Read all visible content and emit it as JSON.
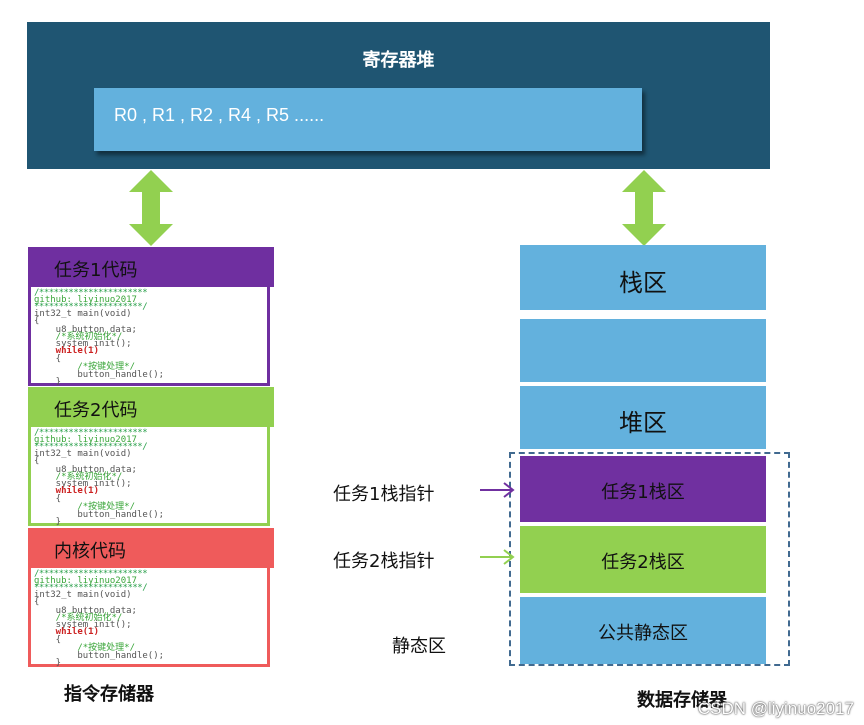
{
  "register_heap": {
    "title": "寄存器堆",
    "registers": "R0 , R1 , R2 , R4 , R5 ......"
  },
  "instruction_memory": {
    "caption": "指令存储器",
    "blocks": [
      {
        "title": "任务1代码",
        "color": "#6f2fa0"
      },
      {
        "title": "任务2代码",
        "color": "#92d050"
      },
      {
        "title": "内核代码",
        "color": "#ef5b5b"
      }
    ],
    "code_lines": [
      "/**********************",
      "github: liyinuo2017",
      "**********************/",
      "int32_t main(void)",
      "{",
      "    u8 button_data;",
      "    /*系统初始化*/",
      "    system_init();",
      "    while(1)",
      "    {",
      "        /*按键处理*/",
      "        button_handle();",
      "    }"
    ]
  },
  "data_memory": {
    "caption": "数据存储器",
    "segments": [
      {
        "label": "栈区",
        "color": "#63b1dd"
      },
      {
        "label": "",
        "color": "#63b1dd"
      },
      {
        "label": "堆区",
        "color": "#63b1dd"
      },
      {
        "label": "任务1栈区",
        "color": "#7030a0"
      },
      {
        "label": "任务2栈区",
        "color": "#92d050"
      },
      {
        "label": "公共静态区",
        "color": "#63b1dd"
      }
    ],
    "pointers": {
      "task1": "任务1栈指针",
      "task2": "任务2栈指针",
      "static": "静态区"
    }
  },
  "arrow_color": "#92d050",
  "watermark": "CSDN @liyinuo2017"
}
